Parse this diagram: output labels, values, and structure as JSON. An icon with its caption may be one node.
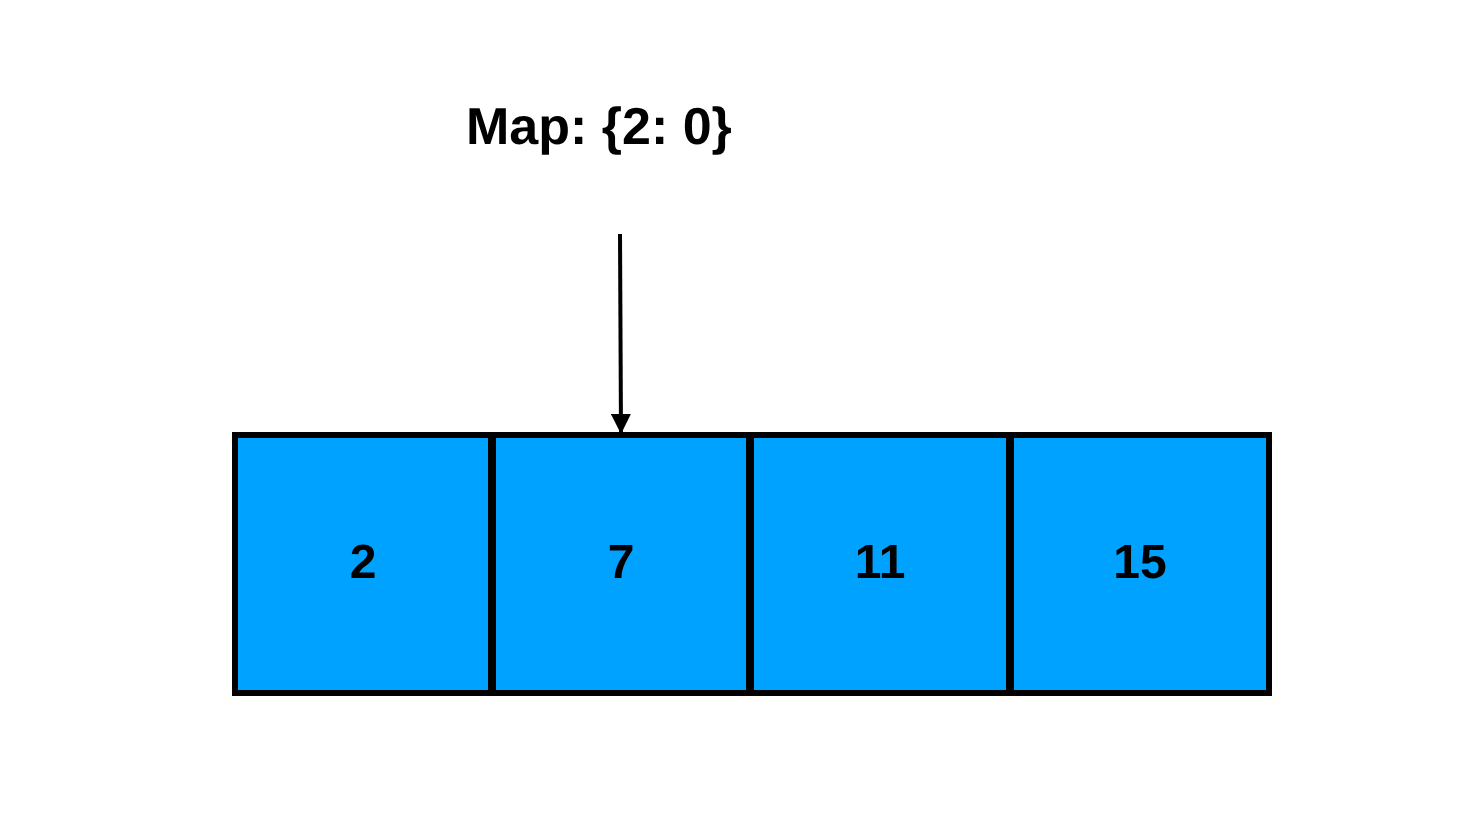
{
  "diagram": {
    "nodes": [
      {
        "text": [
          "2"
        ]
      },
      {
        "text": [
          "7"
        ]
      },
      {
        "text": [
          "11"
        ]
      },
      {
        "text": [
          "15"
        ]
      }
    ],
    "edges": [
      {
        "from": null,
        "to": 1,
        "arrow": "to"
      }
    ],
    "labels": [
      "Map: {2: 0}"
    ]
  }
}
